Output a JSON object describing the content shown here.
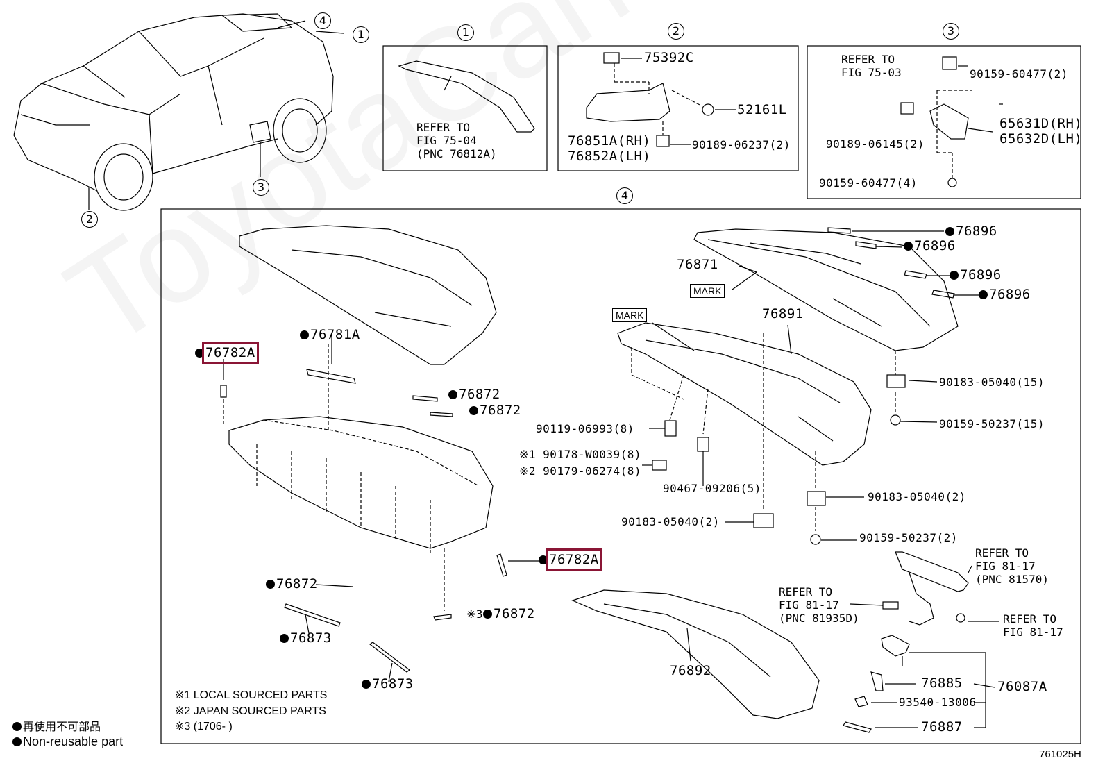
{
  "callouts": {
    "c1": "1",
    "c2": "2",
    "c3": "3",
    "c4": "4"
  },
  "box1": {
    "refer": "REFER TO\nFIG 75-04\n(PNC 76812A)"
  },
  "box2": {
    "p1": "75392C",
    "p2": "52161L",
    "p3": "76851A(RH)",
    "p4": "76852A(LH)",
    "p5": "90189-06237(2)"
  },
  "box3": {
    "refer": "REFER TO\nFIG 75-03",
    "p1": "90159-60477(2)",
    "p2": "65631D(RH)",
    "p3": "65632D(LH)",
    "p4": "90189-06145(2)",
    "p5": "90159-60477(4)"
  },
  "main": {
    "p76896a": "76896",
    "p76896b": "76896",
    "p76896c": "76896",
    "p76896d": "76896",
    "p76871": "76871",
    "mark1": "MARK",
    "mark2": "MARK",
    "p76891": "76891",
    "p76781a": "76781A",
    "p76782a_top": "76782A",
    "p76782a_bot": "76782A",
    "p76872a": "76872",
    "p76872b": "76872",
    "p76872c": "76872",
    "p76872d": "76872",
    "p76872d_prefix": "※3",
    "p76873a": "76873",
    "p76873b": "76873",
    "p90183_15": "90183-05040(15)",
    "p90159_15": "90159-50237(15)",
    "p90119": "90119-06993(8)",
    "p90178": "※1 90178-W0039(8)",
    "p90179": "※2 90179-06274(8)",
    "p90467": "90467-09206(5)",
    "p90183_2a": "90183-05040(2)",
    "p90183_2b": "90183-05040(2)",
    "p90159_2": "90159-50237(2)",
    "ref81570": "REFER TO\nFIG 81-17\n(PNC 81570)",
    "ref81935": "REFER TO\nFIG 81-17\n(PNC 81935D)",
    "ref8117": "REFER TO\nFIG 81-17",
    "p76892": "76892",
    "p76885": "76885",
    "p76087a": "76087A",
    "p93540": "93540-13006",
    "p76887": "76887"
  },
  "notes": {
    "n1": "※1  LOCAL SOURCED PARTS",
    "n2": "※2  JAPAN SOURCED PARTS",
    "n3": "※3 (1706-        )"
  },
  "legend": {
    "jp": "再使用不可部品",
    "en": "Non-reusable part"
  },
  "figure_code": "761025H",
  "watermark": "ToyotaCarMy.ru",
  "highlight_color": "#8a1535"
}
